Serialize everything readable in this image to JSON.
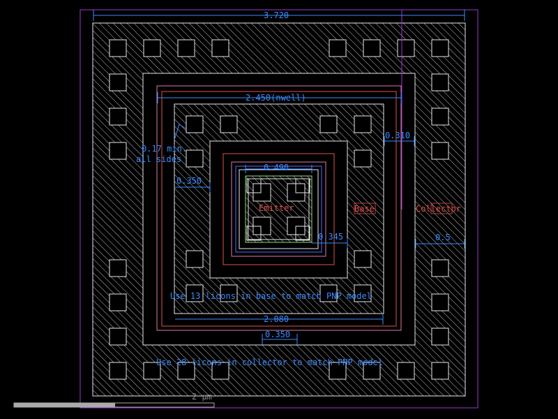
{
  "layout_title": "",
  "dimensions": {
    "overall_width": "3.720",
    "nwell_width": "2.450(nwell)",
    "base_extent": "2.080",
    "emitter_width": "0.490",
    "spacing_collector": "0.310",
    "enclosure_left": "0.350",
    "enclosure_bottom": "0.350",
    "emitter_gap": "0.345",
    "collector_width": "0.5"
  },
  "annotations": {
    "min_all_sides_line1": "0.17 min.",
    "min_all_sides_line2": "all sides",
    "base_licons_note": "Use 13 licons in base to match PNP model",
    "collector_licons_note": "Use 28 licons in collector to match PNP model"
  },
  "labels": {
    "emitter": "Emitter",
    "base": "Base",
    "collector": "Collector"
  },
  "scale_bar": {
    "label": "2 µm"
  },
  "colors": {
    "background": "#000000",
    "dimension": "#3a8cff",
    "hatch": "#dddddd",
    "purple_boundary": "#9a3ad6",
    "green_diff": "#8fe07a",
    "red_layer": "#e0524a",
    "pink_layer": "#e07aa8",
    "blue_layer": "#5a6cff",
    "label_red": "#e0524a",
    "scale_bar": "#aaaaaa"
  }
}
